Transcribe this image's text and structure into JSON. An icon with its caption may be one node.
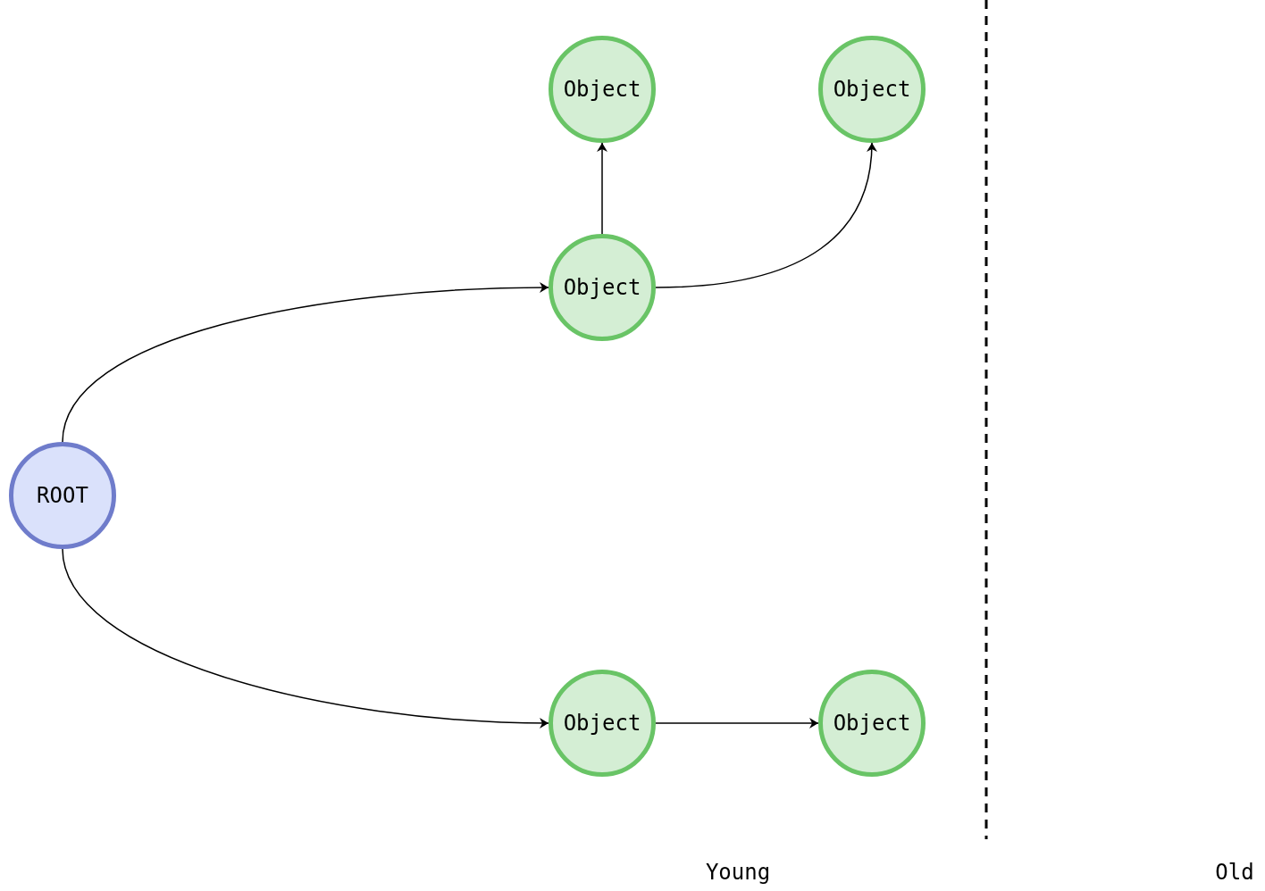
{
  "diagram": {
    "nodes": [
      {
        "text": [
          "ROOT"
        ]
      },
      {
        "text": [
          "Object"
        ]
      },
      {
        "text": [
          "Object"
        ]
      },
      {
        "text": [
          "Object"
        ]
      },
      {
        "text": [
          "Object"
        ]
      },
      {
        "text": [
          "Object"
        ]
      }
    ],
    "edges": [
      {
        "from": 0,
        "to": 3,
        "arrow": "to"
      },
      {
        "from": 0,
        "to": 4,
        "arrow": "to"
      },
      {
        "from": 3,
        "to": 1,
        "arrow": "to"
      },
      {
        "from": 3,
        "to": 2,
        "arrow": "to"
      },
      {
        "from": 4,
        "to": 5,
        "arrow": "to"
      }
    ],
    "labels": [
      "Young",
      "Old"
    ]
  }
}
